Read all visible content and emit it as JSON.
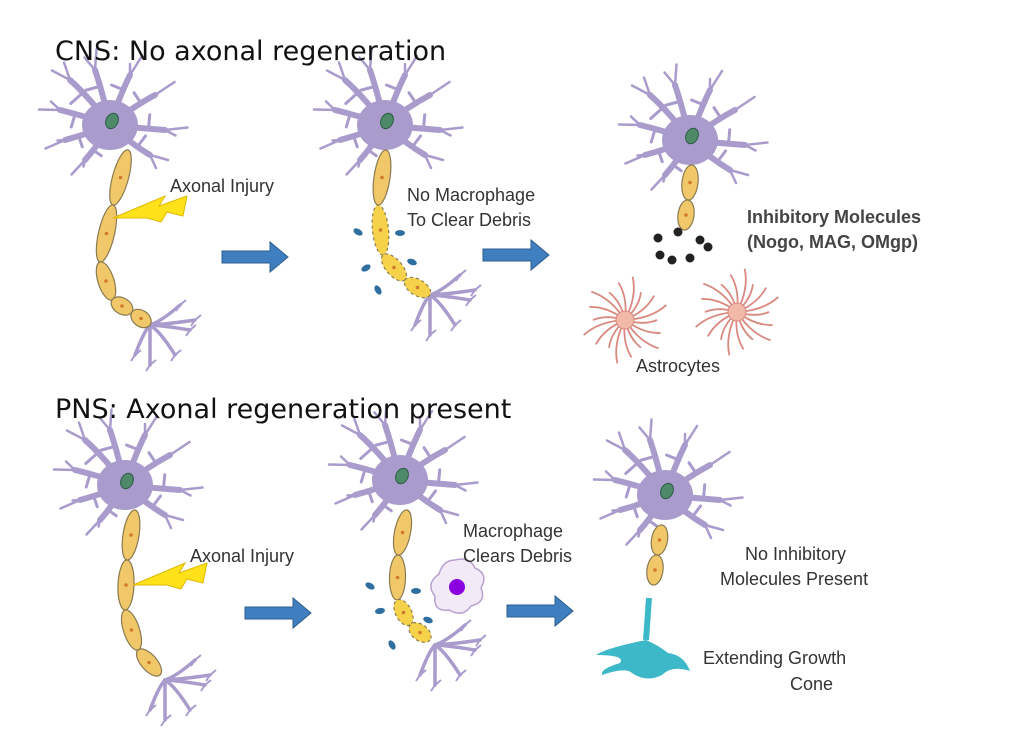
{
  "cns": {
    "title": "CNS: No axonal regeneration",
    "injury_label": "Axonal Injury",
    "debris_label_1": "No Macrophage",
    "debris_label_2": "To Clear Debris",
    "inhibitory_label_1": "Inhibitory Molecules",
    "inhibitory_label_2": "(Nogo, MAG, OMgp)",
    "astrocytes_label": "Astrocytes"
  },
  "pns": {
    "title": "PNS: Axonal regeneration present",
    "injury_label": "Axonal Injury",
    "macrophage_label_1": "Macrophage",
    "macrophage_label_2": "Clears Debris",
    "no_inhibitory_label_1": "No Inhibitory",
    "no_inhibitory_label_2": "Molecules Present",
    "growth_cone_label_1": "Extending Growth",
    "growth_cone_label_2": "Cone"
  },
  "colors": {
    "neuron": "#a99ccc",
    "nucleus": "#4e8a6a",
    "myelin": "#f0c86a",
    "lightning": "#ffe21a",
    "arrow": "#3f7fbf",
    "debris": "#2f6fa0",
    "astrocyte": "#d98a80",
    "macrophage_nucleus": "#8a00e0",
    "growth_cone": "#3cb8c8",
    "molecule": "#222222"
  }
}
